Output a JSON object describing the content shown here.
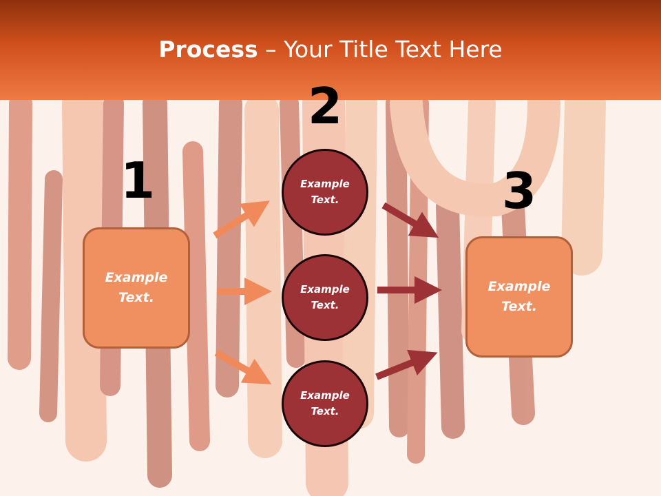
{
  "slide": {
    "title_bold": "Process",
    "title_rest": " – Your Title Text Here"
  },
  "steps": {
    "left": {
      "number": "1",
      "text": "Example\nText."
    },
    "middle": {
      "number": "2",
      "circles": [
        "Example\nText.",
        "Example\nText.",
        "Example\nText."
      ]
    },
    "right": {
      "number": "3",
      "text": "Example\nText."
    }
  },
  "colors": {
    "header": "#d1501d",
    "box_fill": "#f09060",
    "circle_fill": "#9d3236",
    "arrow_light": "#f08a5a",
    "arrow_dark": "#9d3236"
  }
}
